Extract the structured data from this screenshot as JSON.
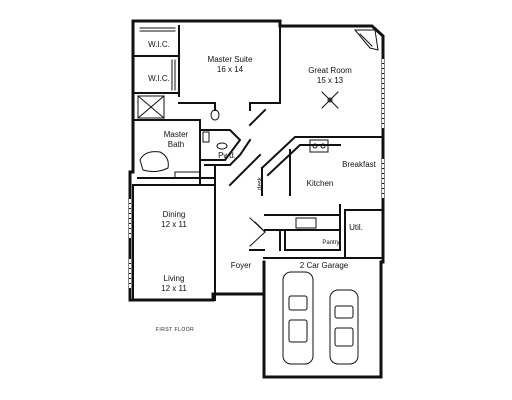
{
  "plan": {
    "caption": "FIRST FLOOR",
    "rooms": {
      "wic1": "W.I.C.",
      "wic2": "W.I.C.",
      "master_suite": {
        "name": "Master Suite",
        "dims": "16 x 14"
      },
      "great_room": {
        "name": "Great Room",
        "dims": "15 x 13"
      },
      "master_bath": {
        "name": "Master",
        "sub": "Bath"
      },
      "powder": "Pwd.",
      "breakfast": "Breakfast",
      "kitchen": "Kitchen",
      "dining": {
        "name": "Dining",
        "dims": "12 x 11"
      },
      "living": {
        "name": "Living",
        "dims": "12 x 11"
      },
      "foyer": "Foyer",
      "utility": "Util.",
      "pantry": "Pantry",
      "garage": "2 Car Garage",
      "desk": "desk"
    }
  }
}
